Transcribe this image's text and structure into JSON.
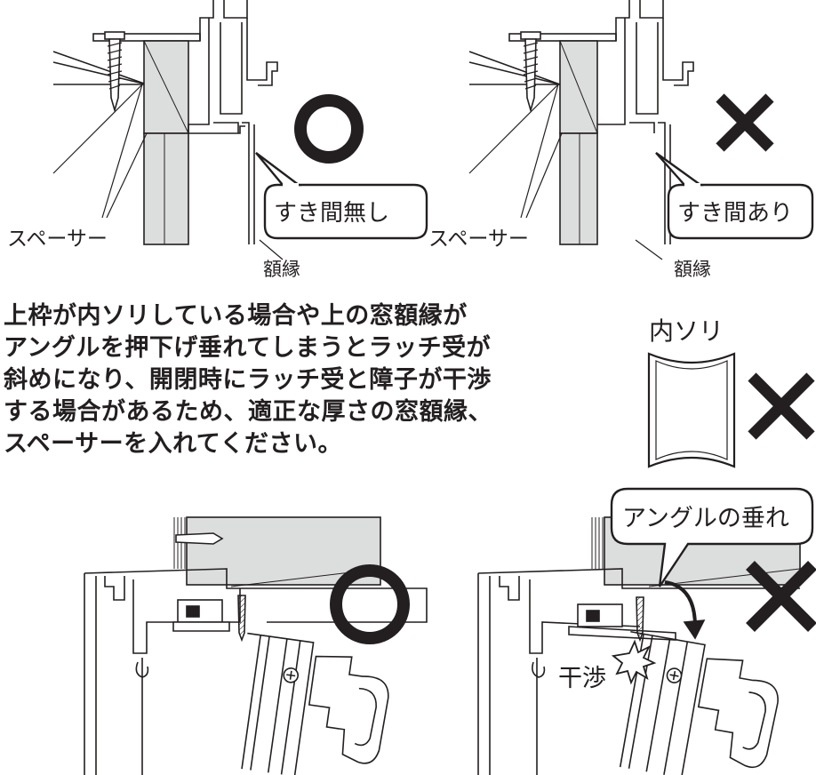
{
  "top_left": {
    "label_spacer": "スペーサー",
    "label_frame": "額縁",
    "callout": "すき間無し"
  },
  "top_right": {
    "label_spacer": "スペーサー",
    "label_frame": "額縁",
    "callout": "すき間あり"
  },
  "instruction_lines": [
    "上枠が内ソリしている場合や上の窓額縁が",
    "アングルを押下げ垂れてしまうとラッチ受が",
    "斜めになり、開閉時にラッチ受と障子が干渉",
    "する場合があるため、適正な厚さの窓額縁、",
    "スペーサーを入れてください。"
  ],
  "warp_label": "内ソリ",
  "bottom_right": {
    "callout": "アングルの垂れ",
    "interference": "干渉"
  }
}
